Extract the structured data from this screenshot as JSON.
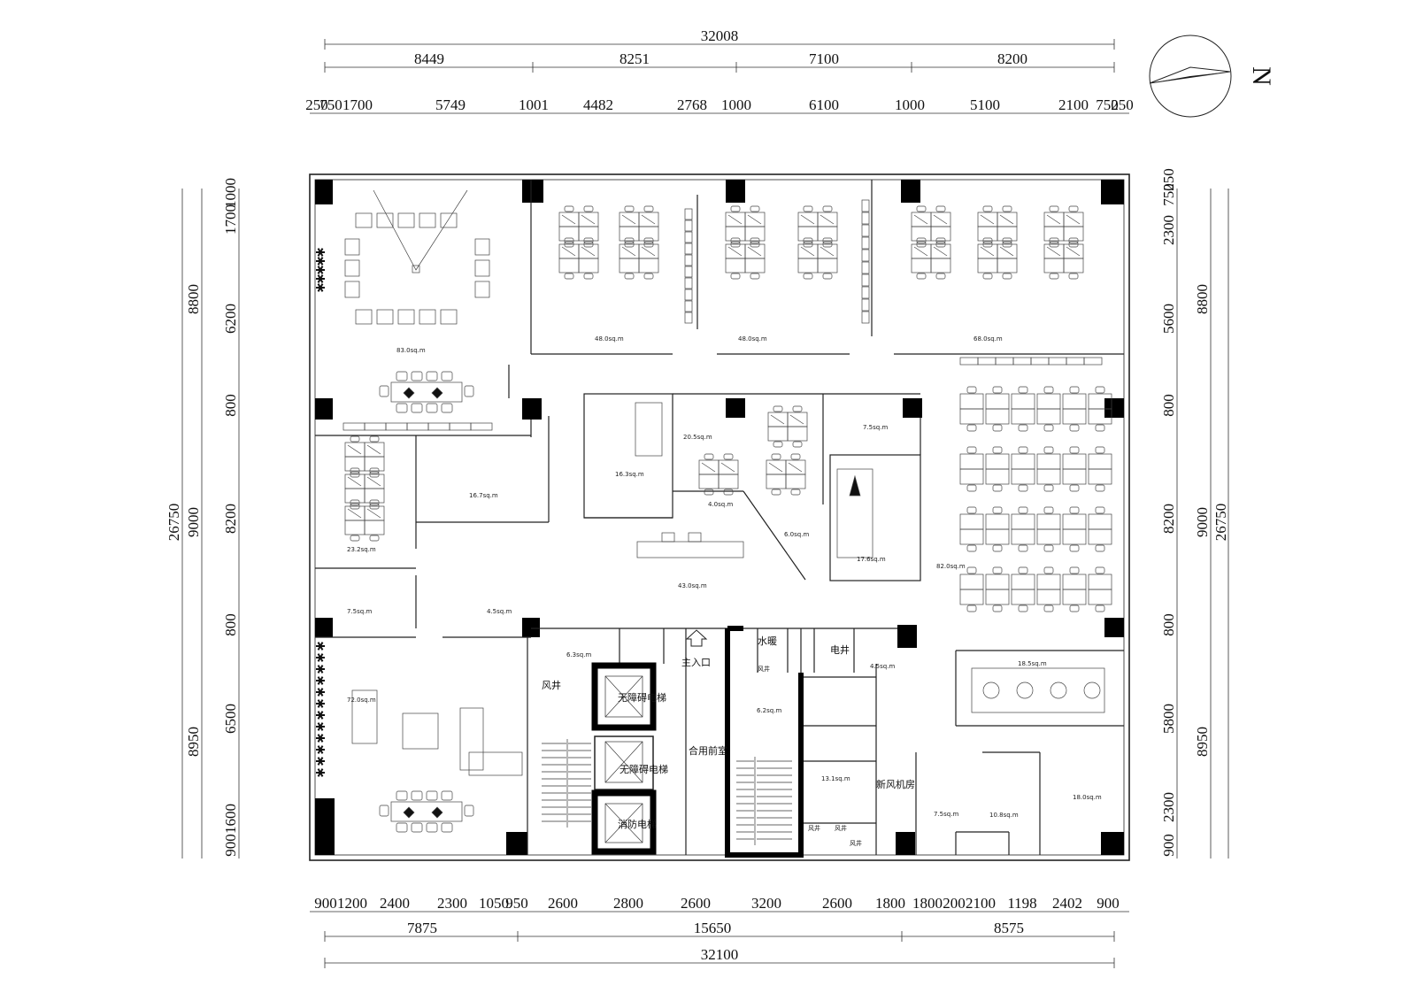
{
  "top_dims": {
    "overall": "32008",
    "segments": [
      "8449",
      "8251",
      "7100",
      "8200"
    ],
    "details": [
      "250",
      "750",
      "1700",
      "5749",
      "1001",
      "4482",
      "2768",
      "1000",
      "6100",
      "1000",
      "5100",
      "2100",
      "750",
      "250"
    ]
  },
  "bottom_dims": {
    "overall": "32100",
    "segments": [
      "7875",
      "15650",
      "8575"
    ],
    "details": [
      "900",
      "1200",
      "2400",
      "2300",
      "1050",
      "950",
      "2600",
      "2800",
      "2600",
      "3200",
      "2600",
      "1800",
      "1800",
      "200",
      "2100",
      "1198",
      "2402",
      "900"
    ]
  },
  "left_dims": {
    "overall": "26750",
    "segments": [
      "8800",
      "9000",
      "8950"
    ],
    "details": [
      "1000",
      "1700",
      "6200",
      "800",
      "8200",
      "800",
      "6500",
      "1600",
      "900"
    ]
  },
  "right_dims": {
    "overall": "26750",
    "segments": [
      "8800",
      "9000",
      "8950"
    ],
    "details": [
      "250",
      "750",
      "2300",
      "5600",
      "800",
      "8200",
      "800",
      "5800",
      "2300",
      "900"
    ]
  },
  "north_label": "N",
  "rooms": {
    "reception_main": "主入口",
    "shared_lobby": "合用前室",
    "elevator_1": "无障碍电梯",
    "elevator_2": "无障碍电梯",
    "elevator_3": "消防电梯",
    "wind_shaft_1": "风井",
    "wind_shaft_2": "风井",
    "water_pipe": "水暖",
    "electrical": "电井",
    "fresh_air": "新风机房",
    "wind_shaft_3": "风井",
    "wind_shaft_4": "风井",
    "wind_shaft_5": "风井",
    "area_a": "83.0sq.m",
    "area_b": "48.0sq.m",
    "area_c": "48.0sq.m",
    "area_d": "68.0sq.m",
    "area_e": "16.3sq.m",
    "area_f": "20.5sq.m",
    "area_g": "7.5sq.m",
    "area_h": "16.7sq.m",
    "area_i": "4.0sq.m",
    "area_j": "6.0sq.m",
    "area_k": "17.6sq.m",
    "area_l": "82.0sq.m",
    "area_m": "23.2sq.m",
    "area_n": "43.0sq.m",
    "area_o": "7.5sq.m",
    "area_p": "4.5sq.m",
    "area_q": "6.3sq.m",
    "area_r": "6.2sq.m",
    "area_s": "4.5sq.m",
    "area_t": "18.5sq.m",
    "area_u": "72.0sq.m",
    "area_v": "13.1sq.m",
    "area_w": "7.5sq.m",
    "area_x": "10.8sq.m",
    "area_y": "18.0sq.m"
  }
}
